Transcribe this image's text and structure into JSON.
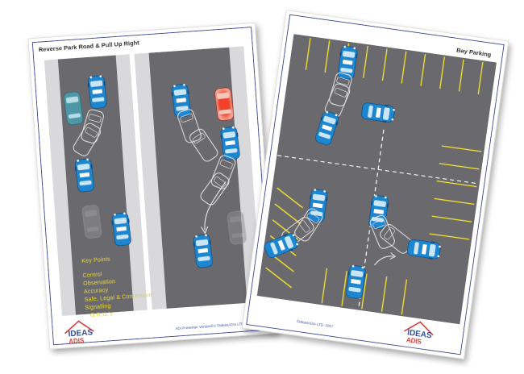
{
  "left_card": {
    "title": "Reverse Park Road & Pull Up Right",
    "key_points_heading": "Key Points",
    "key_points": [
      "Control",
      "Observation",
      "Accuracy",
      "Safe, Legal & Convenient",
      "Signalling",
      "O.R.U.'s"
    ],
    "footer": "ADI Presenter Version©2 ©IdeasADIs LTD. 2017",
    "logo_top": "IDEAS",
    "logo_bottom": "ADIS"
  },
  "right_card": {
    "title": "Bay Parking",
    "footer": "©IdeasADIs LTD. 2017",
    "logo_top": "IDEAS",
    "logo_bottom": "ADIS"
  },
  "colors": {
    "road": "#6b6b6e",
    "pavement": "#d9d9db",
    "car_blue": "#1a86d1",
    "car_red": "#e8452c",
    "bay_line": "#f2e12a",
    "text_key_points": "#e6d21c",
    "logo_blue": "#1b3fa0",
    "logo_red": "#d62b2b"
  }
}
